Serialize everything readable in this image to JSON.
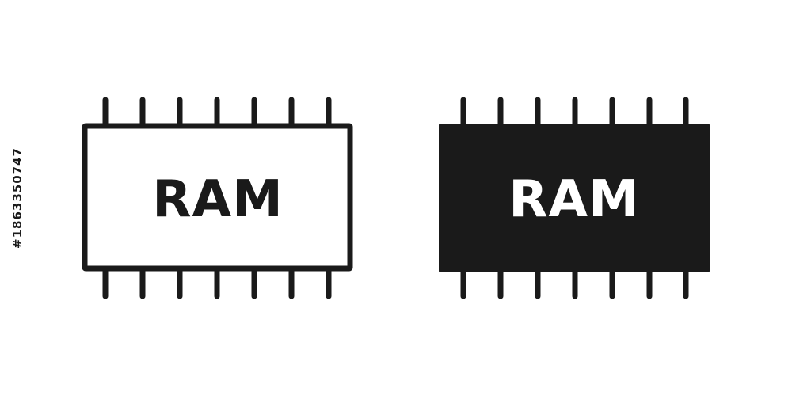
{
  "stock_id": "#1863350747",
  "icons": [
    {
      "name": "ram-chip-outline-icon",
      "label": "RAM",
      "style": "outline"
    },
    {
      "name": "ram-chip-filled-icon",
      "label": "RAM",
      "style": "filled"
    }
  ],
  "colors": {
    "ink": "#1a1a1a",
    "background": "#ffffff",
    "filled_text": "#ffffff"
  }
}
